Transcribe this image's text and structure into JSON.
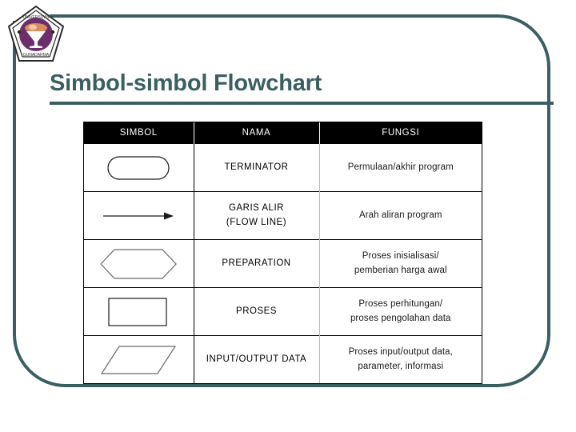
{
  "slide": {
    "title": "Simbol-simbol Flowchart",
    "logo_name": "university-logo",
    "accent_color": "#3a5f63",
    "logo_emblem_color": "#6b2f6b"
  },
  "table": {
    "headers": [
      "SIMBOL",
      "NAMA",
      "FUNGSI"
    ],
    "rows": [
      {
        "symbol": "rounded-rectangle",
        "name": "TERMINATOR",
        "function_lines": [
          "Permulaan/akhir program"
        ]
      },
      {
        "symbol": "arrow-line",
        "name": "GARIS ALIR\n(FLOW LINE)",
        "name_line1": "GARIS ALIR",
        "name_line2": "(FLOW LINE)",
        "function_lines": [
          "Arah aliran program"
        ]
      },
      {
        "symbol": "hexagon",
        "name": "PREPARATION",
        "function_lines": [
          "Proses inisialisasi/",
          "pemberian harga awal"
        ]
      },
      {
        "symbol": "rectangle",
        "name": "PROSES",
        "function_lines": [
          "Proses perhitungan/",
          "proses pengolahan data"
        ]
      },
      {
        "symbol": "parallelogram",
        "name": "INPUT/OUTPUT DATA",
        "function_lines": [
          "Proses input/output data,",
          "parameter, informasi"
        ]
      }
    ]
  }
}
